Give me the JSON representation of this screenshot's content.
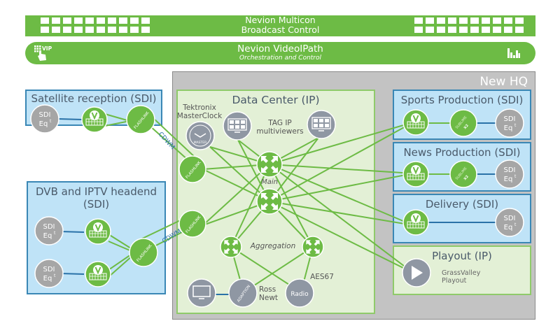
{
  "header": {
    "multicon": {
      "line1": "Nevion Multicon",
      "line2": "Broadcast Control"
    },
    "videoipath": {
      "title": "Nevion VideoIPath",
      "subtitle": "Orchestration and Control",
      "logo_text": "VIP"
    }
  },
  "colors": {
    "green": "#6dbb45",
    "blue_box": "#bfe3f7",
    "blue_border": "#3a87b5",
    "gray_node": "#8f97a3",
    "hq_gray": "#c3c3c3",
    "dc_green": "#e3f0d6"
  },
  "left": {
    "satellite": {
      "title": "Satellite reception (SDI)",
      "sdi_label1": "SDI",
      "sdi_label2": "Eq",
      "sdi_sup": "t",
      "flashlink": "FLASHLINK"
    },
    "dvb": {
      "title_line1": "DVB and IPTV headend",
      "title_line2": "(SDI)",
      "sdi_label1": "SDI",
      "sdi_label2": "Eq",
      "sdi_sup": "t",
      "flashlink": "FLASHLINK"
    },
    "link_labels": {
      "top": "CDWM",
      "bottom": "CDWM"
    }
  },
  "hq": {
    "title": "New HQ",
    "datacenter": {
      "title": "Data Center (IP)",
      "masterclock_label1": "Tektronix",
      "masterclock_label2": "MasterClock",
      "master_text": "MASTER",
      "multiviewer_label1": "TAG IP",
      "multiviewer_label2": "multiviewers",
      "main_label": "Main",
      "aggregation_label": "Aggregation",
      "aes67_label": "AES67",
      "ross_label1": "Ross",
      "ross_label2": "Newt",
      "adaption_text": "ADAPTION",
      "radio_text": "Radio",
      "flashlink": "FLASHLINK"
    },
    "right": {
      "sports": {
        "title": "Sports Production (SDI)",
        "sublime": "SUBLIME",
        "sublime_x": "X2"
      },
      "news": {
        "title": "News Production (SDI)",
        "sublime": "SUBLIME",
        "sublime_x": "X2"
      },
      "delivery": {
        "title": "Delivery (SDI)"
      },
      "playout": {
        "title": "Playout (IP)",
        "label1": "GrassValley",
        "label2": "Playout"
      },
      "sdi_label1": "SDI",
      "sdi_label2": "Eq",
      "sdi_sup": "t"
    }
  }
}
